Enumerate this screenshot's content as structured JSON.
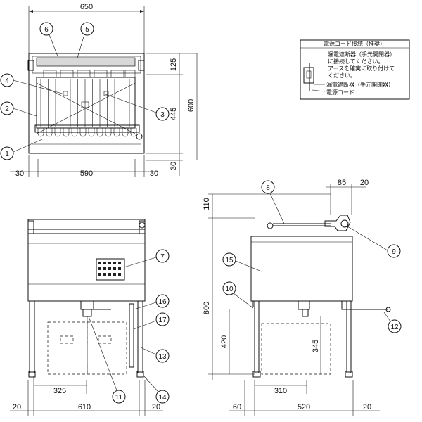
{
  "diagram": {
    "top_view": {
      "dims": {
        "overall_width": "650",
        "inner_width": "590",
        "left_margin": "30",
        "right_margin": "30",
        "depth_total": "600",
        "depth_upper": "125",
        "depth_mid": "445",
        "depth_lower": "30"
      },
      "callouts": [
        "6",
        "5",
        "4",
        "2",
        "1",
        "3"
      ]
    },
    "note_box": {
      "title": "電源コード接続（推奨）",
      "lines": [
        "漏電遮断器（手元開閉器）",
        "に接続してください。",
        "アースを確実に取り付けて",
        "ください。"
      ],
      "legend": [
        "漏電遮断器（手元開閉器）",
        "電源コード"
      ]
    },
    "front_view": {
      "dims": {
        "drain_offset": "325",
        "width": "610",
        "left_margin": "20",
        "right_margin": "20"
      },
      "callouts": [
        "7",
        "16",
        "17",
        "13",
        "11",
        "14"
      ]
    },
    "side_view": {
      "dims": {
        "top_margin": "110",
        "height": "800",
        "drain_height": "420",
        "basket_height": "345",
        "handle_depth": "85",
        "handle_gap": "20",
        "drain_offset": "310",
        "depth": "520",
        "left_margin": "60",
        "right_margin": "20"
      },
      "callouts": [
        "8",
        "9",
        "15",
        "10",
        "12"
      ]
    }
  }
}
